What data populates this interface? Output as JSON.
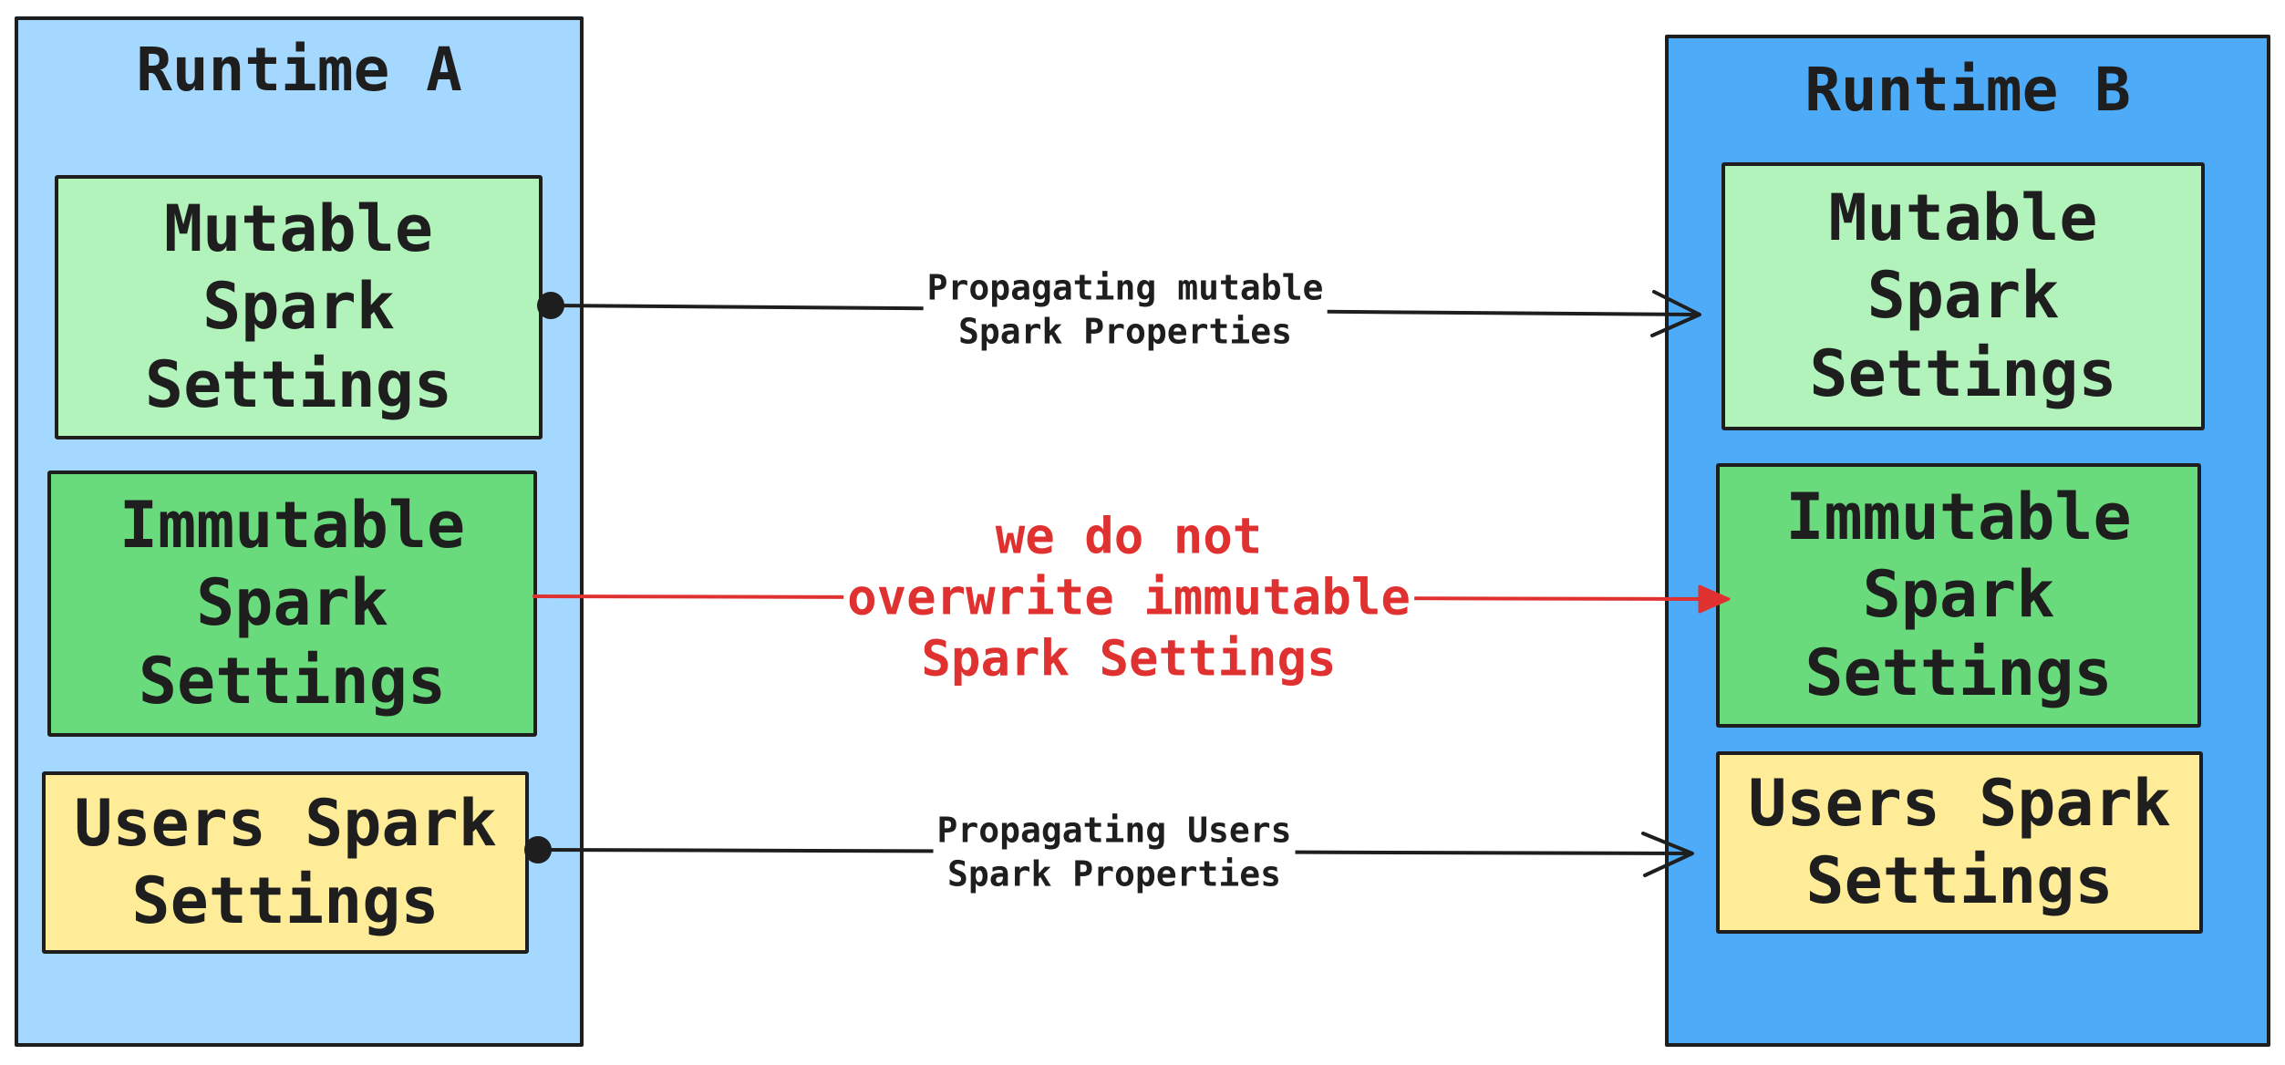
{
  "colors": {
    "runtime_a_fill": "#a5d8ff",
    "runtime_b_fill": "#4dabf7",
    "mutable_fill": "#b2f2bb",
    "immutable_fill": "#69db7c",
    "users_fill": "#ffec99",
    "stroke": "#1e1e1e",
    "warning": "#e03131"
  },
  "runtime_a": {
    "title": "Runtime A",
    "mutable": "Mutable\nSpark\nSettings",
    "immutable": "Immutable\nSpark\nSettings",
    "users": "Users Spark\nSettings"
  },
  "runtime_b": {
    "title": "Runtime B",
    "mutable": "Mutable\nSpark\nSettings",
    "immutable": "Immutable\nSpark\nSettings",
    "users": "Users Spark\nSettings"
  },
  "edges": {
    "mutable_label": "Propagating mutable\nSpark Properties",
    "immutable_label": "we do not\noverwrite immutable\nSpark Settings",
    "users_label": "Propagating Users\nSpark Properties"
  }
}
